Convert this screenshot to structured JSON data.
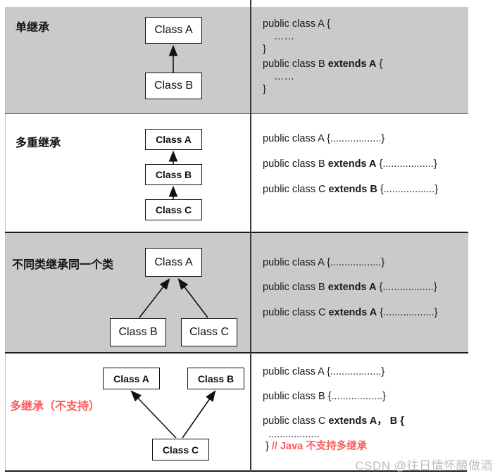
{
  "colors": {
    "band": "#cacaca",
    "border": "#1c1c1c",
    "divider": "#3a3a3a",
    "red": "#fa5d5d",
    "watermark": "#bdbdbd"
  },
  "watermark": "CSDN @往日情怀酿做酒",
  "rows": [
    {
      "label": "单继承",
      "boxes": {
        "a": "Class A",
        "b": "Class B"
      },
      "code": {
        "l1": "public class A {",
        "l2": "……",
        "l3": "}",
        "l4a": "public class B ",
        "l4b": "extends A",
        "l4c": " {",
        "l5": "……",
        "l6": "}"
      }
    },
    {
      "label": "多重继承",
      "boxes": {
        "a": "Class A",
        "b": "Class B",
        "c": "Class C"
      },
      "code": {
        "l1": "public class A {..................}",
        "l2a": "public class B ",
        "l2b": "extends A",
        "l2c": " {..................}",
        "l3a": "public class C ",
        "l3b": "extends B",
        "l3c": " {..................}"
      }
    },
    {
      "label": "不同类继承同一个类",
      "boxes": {
        "a": "Class A",
        "b": "Class B",
        "c": "Class C"
      },
      "code": {
        "l1": "public class A {..................}",
        "l2a": "public class B ",
        "l2b": "extends A",
        "l2c": " {..................}",
        "l3a": "public class C ",
        "l3b": "extends A",
        "l3c": " {..................}"
      }
    },
    {
      "label": "多继承（不支持）",
      "boxes": {
        "a": "Class A",
        "b": "Class B",
        "c": "Class C"
      },
      "code": {
        "l1": "public class A {..................}",
        "l2": "public class B {..................}",
        "l3a": "public class C ",
        "l3b": "extends A， B {",
        "l4": "..................",
        "l5a": "} ",
        "l5b": "// Java 不支持多继承"
      }
    }
  ]
}
